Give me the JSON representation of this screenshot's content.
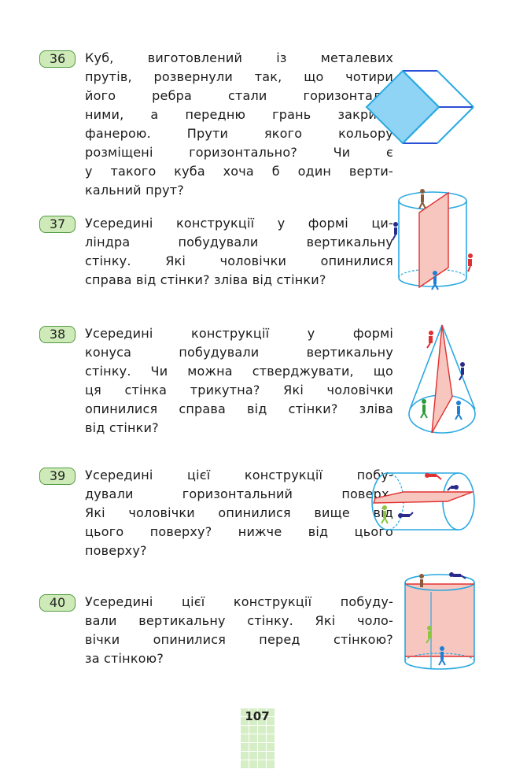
{
  "problems": [
    {
      "number": "36",
      "lines": [
        "Куб, виготовлений із металевих",
        "прутів, розвернули так, що чотири",
        "його ребра стали горизонталь-",
        "ними, а передню грань закрили",
        "фанерою. Прути якого кольору",
        "розміщені горизонтально? Чи є",
        "у такого куба хоча б один верти-",
        "кальний прут?"
      ]
    },
    {
      "number": "37",
      "lines": [
        "Усередині конструкції у формі ци-",
        "ліндра побудували вертикальну",
        "стінку. Які чоловічки опинилися",
        "справа від стінки? зліва від стінки?"
      ]
    },
    {
      "number": "38",
      "lines": [
        "Усередині конструкції у формі",
        "конуса побудували вертикальну",
        "стінку. Чи можна стверджувати, що",
        "ця стінка трикутна? Які чоловічки",
        "опинилися справа від стінки? зліва",
        "від стінки?"
      ]
    },
    {
      "number": "39",
      "lines": [
        "Усередині цієї конструкції побу-",
        "дували горизонтальний поверх.",
        "Які чоловічки опинилися вище від",
        "цього поверху? нижче від цього",
        "поверху?"
      ]
    },
    {
      "number": "40",
      "lines": [
        "Усередині цієї конструкції побуду-",
        "вали вертикальну стінку. Які чоло-",
        "вічки опинилися перед стінкою?",
        "за стінкою?"
      ]
    }
  ],
  "page_number": "107",
  "colors": {
    "badge_fill": "#cfeab9",
    "badge_border": "#4f9a3f",
    "cyan": "#29a9e1",
    "blue": "#2b4fd6",
    "red": "#e03030",
    "face_fill": "#8fd3f5",
    "wall_fill": "#f7c6bf"
  }
}
